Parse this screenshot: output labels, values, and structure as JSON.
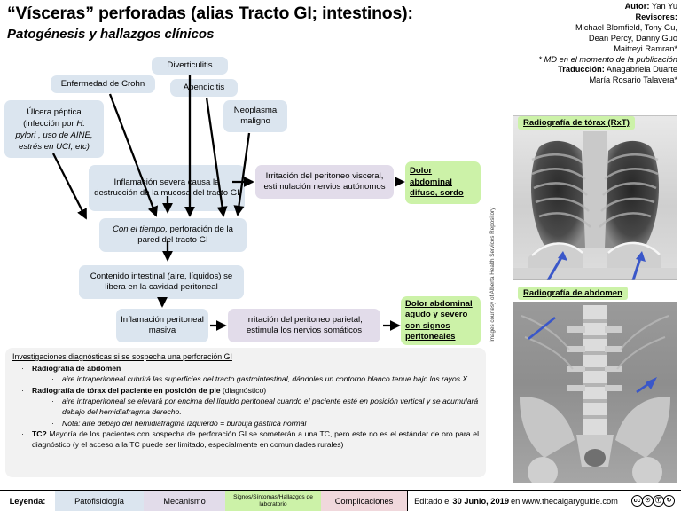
{
  "title": {
    "main": "“Vísceras” perforadas (alias Tracto GI; intestinos):",
    "subtitle": "Patogénesis y hallazgos clínicos"
  },
  "credits": {
    "author_label": "Autor:",
    "author_name": "Yan Yu",
    "reviewers_label": "Revisores:",
    "reviewers_line1": "Michael Blomfield, Tony Gu,",
    "reviewers_line2": "Dean Percy, Danny Guo",
    "reviewers_line3": "Maitreyi Ramran*",
    "footnote": "* MD en el momento de la publicación",
    "translation_label": "Traducción:",
    "translators_line1": "Anagabriela Duarte",
    "translators_line2": "María Rosario Talavera*"
  },
  "flow": {
    "causes": [
      {
        "id": "diverticulitis",
        "label": "Diverticulitis"
      },
      {
        "id": "crohn",
        "label": "Enfermedad de Crohn"
      },
      {
        "id": "apendicitis",
        "label": "Apendicitis"
      },
      {
        "id": "neoplasma",
        "label": "Neoplasma maligno"
      },
      {
        "id": "ulcera",
        "label": "Úlcera péptica (infección por H. pylori , uso de AINE, estrés en UCI, etc)"
      }
    ],
    "ulcera_lines": {
      "l1": "Úlcera péptica",
      "l2a": "(infección por ",
      "l2b": "H.",
      "l3": "pylori , uso de AINE,",
      "l4": "estrés en UCI, etc)"
    },
    "inflamacion_severa": "Inflamación severa causa la destrucción de la mucosa del tracto GI",
    "perforacion": {
      "italic_part": "Con el tiempo,",
      "rest": " perforación de la pared del tracto GI"
    },
    "contenido": "Contenido intestinal (aire, líquidos) se libera en la cavidad peritoneal",
    "inflamacion_masiva": "Inflamación peritoneal masiva",
    "irritacion_visceral": "Irritación del peritoneo visceral, estimulación nervios autónomos",
    "irritacion_parietal": "Irritación del peritoneo parietal, estimula los nervios somáticos",
    "dolor_difuso": "Dolor abdominal difuso, sordo",
    "dolor_agudo": "Dolor abdominal agudo y severo con signos peritoneales"
  },
  "investigations": {
    "title": "Investigaciones diagnósticas si se sospecha una perforación GI",
    "items": [
      {
        "heading": "Radiografía de abdomen",
        "heading_suffix": "",
        "subs": [
          "aire intraperitoneal cubrirá las superficies del tracto gastrointestinal, dándoles un contorno blanco tenue bajo los rayos X."
        ]
      },
      {
        "heading": "Radiografía de tórax del paciente en posición de pie",
        "heading_suffix": " (diagnóstico)",
        "subs": [
          "aire intraperitoneal se elevará por encima del líquido peritoneal cuando el paciente esté en posición vertical y se acumulará debajo del hemidiafragma derecho.",
          "Nota: aire debajo del hemidiafragma izquierdo = burbuja gástrica normal"
        ]
      }
    ],
    "tc_heading": "TC?",
    "tc_text": " Mayoría de los pacientes con sospecha de perforación GI se someterán a una TC, pero este no es el estándar de oro para el diagnóstico (y el acceso a la TC puede ser limitado, especialmente en comunidades rurales)"
  },
  "radiographs": {
    "chest_caption": "Radiografía de tórax (RxT)",
    "abdomen_caption": "Radiografía de abdomen",
    "image_credit": "Images courtesy of Alberta Health Services Repository"
  },
  "legend": {
    "label": "Leyenda:",
    "items": [
      {
        "name": "Patofisiología",
        "color": "#dbe5ef"
      },
      {
        "name": "Mecanismo",
        "color": "#e2dcea"
      },
      {
        "name": "Signos/Síntomas/Hallazgos de laboratorio",
        "color": "#ccf2a8"
      },
      {
        "name": "Complicaciones",
        "color": "#f0d8dc"
      }
    ],
    "edited_prefix": "Editado el ",
    "edited_date": "30 Junio, 2019",
    "edited_suffix": " en www.thecalgaryguide.com",
    "cc_badge": "cc-by-nc-sa-icon"
  },
  "colors": {
    "pathophysiology": "#dbe5ef",
    "mechanism": "#e2dcea",
    "signs": "#ccf2a8",
    "complications": "#f0d8dc",
    "panel_bg": "#f2f2f2",
    "arrow_annotation": "#3a57c9"
  }
}
